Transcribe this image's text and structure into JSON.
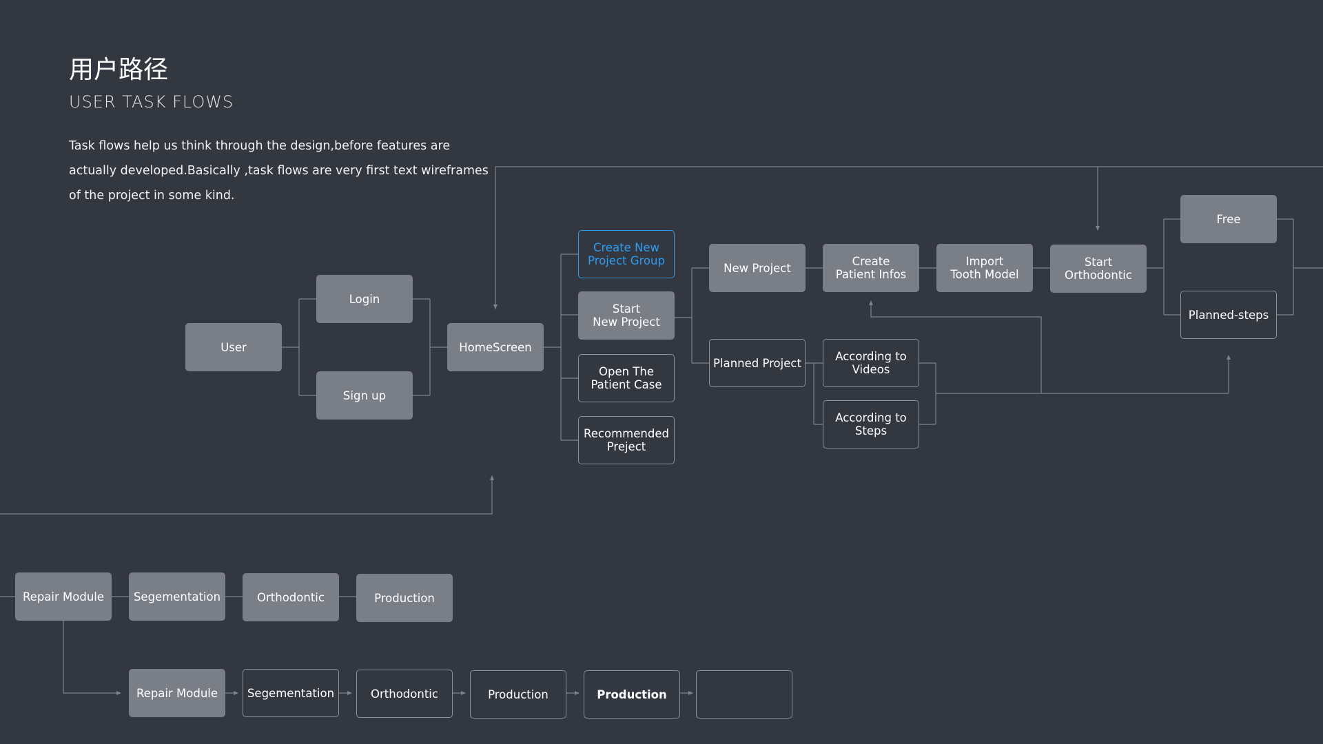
{
  "header": {
    "title_cn": "用户路径",
    "title_en": "USER TASK FLOWS",
    "description": "Task flows help us think through the design,before features are actually developed.Basically ,task flows are very first text wireframes of the project in some kind."
  },
  "nodes": {
    "user": "User",
    "login": "Login",
    "signup": "Sign up",
    "homescreen": "HomeScreen",
    "create_group": "Create New\nProject Group",
    "start_new_project": "Start\nNew Project",
    "open_patient_case": "Open The\nPatient Case",
    "recommended_project": "Recommended\nPreject",
    "new_project": "New Project",
    "planned_project": "Planned Project",
    "create_patient_infos": "Create\nPatient Infos",
    "according_videos": "According to\nVideos",
    "according_steps": "According to\nSteps",
    "import_tooth_model": "Import\nTooth Model",
    "start_orthodontic": "Start\nOrthodontic",
    "free": "Free",
    "planned_steps": "Planned-steps",
    "repair_module_1": "Repair Module",
    "segementation_1": "Segementation",
    "orthodontic_1": "Orthodontic",
    "production_1": "Production",
    "repair_module_2": "Repair Module",
    "segementation_2": "Segementation",
    "orthodontic_2": "Orthodontic",
    "production_2": "Production",
    "production_3": "Production",
    "empty": ""
  },
  "colors": {
    "background": "#323740",
    "node_fill": "#7a7e87",
    "node_outline": "#8d9199",
    "connector": "#7e838b",
    "highlight": "#2c9cf0"
  }
}
